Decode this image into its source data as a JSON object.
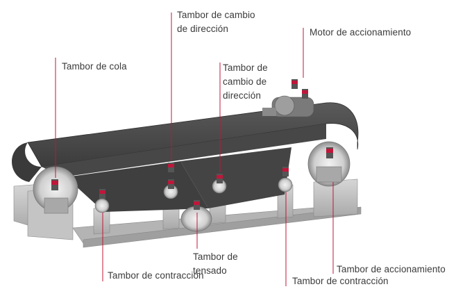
{
  "labels": {
    "tambor_cambio_direccion_top": [
      "Tambor de cambio",
      "de dirección"
    ],
    "motor": "Motor de accionamiento",
    "tambor_cola": "Tambor de cola",
    "tambor_cambio_direccion_mid": [
      "Tambor de",
      "cambio de",
      "dirección"
    ],
    "tambor_tensado": [
      "Tambor de",
      "tensado"
    ],
    "tambor_accionamiento": "Tambor de accionamiento",
    "tambor_contraccion_left": "Tambor de contracción",
    "tambor_contraccion_right": "Tambor de contracción"
  },
  "colors": {
    "leader_line": "#c0163a",
    "belt": "#4a4a4a",
    "frame": "#bdbdbd",
    "lubricator_cap": "#c0163a"
  }
}
